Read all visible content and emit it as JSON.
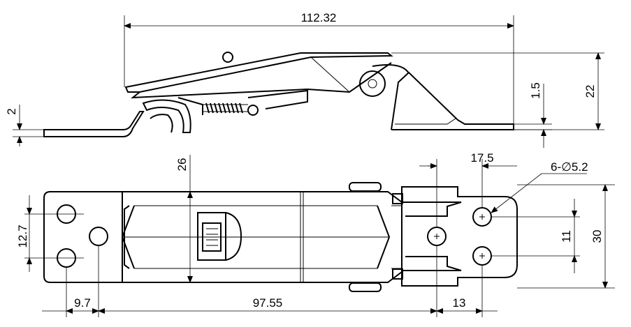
{
  "dimensions": {
    "overall_length_side": "112.32",
    "flange_thickness": "2",
    "plate_thickness": "1.5",
    "height": "22",
    "body_width": "26",
    "mount_hole_spacing_vert": "12.7",
    "keeper_hole_offset": "17.5",
    "hole_callout": "6-∅5.2",
    "keeper_hole_spacing": "11",
    "keeper_width": "30",
    "left_hole_offset": "9.7",
    "hole_center_distance": "97.55",
    "keeper_right_offset": "13"
  }
}
